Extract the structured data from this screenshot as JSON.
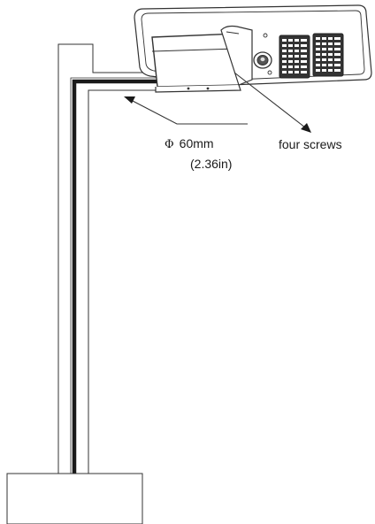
{
  "annotations": {
    "diameter_symbol": "Φ",
    "diameter_metric": "60mm",
    "diameter_imperial": "(2.36in)",
    "screws": "four screws"
  },
  "colors": {
    "outline": "#333333",
    "pipe": "#1a1a1a",
    "background": "#ffffff"
  },
  "icons": {
    "lamp": "solar-street-light-icon",
    "pole": "pole-icon",
    "base": "base-block-icon"
  }
}
